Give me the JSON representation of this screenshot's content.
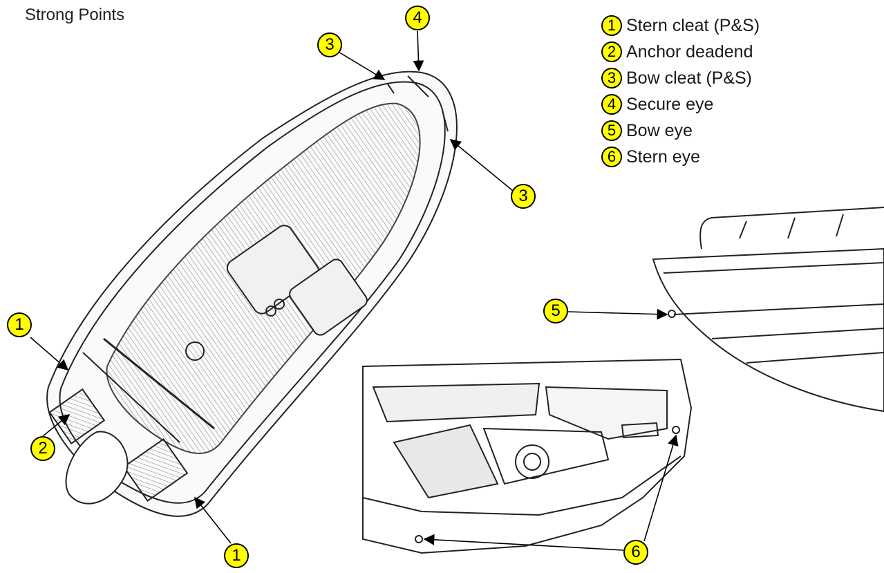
{
  "title": "Strong Points",
  "legend": [
    {
      "num": "1",
      "label": "Stern cleat (P&S)"
    },
    {
      "num": "2",
      "label": "Anchor deadend"
    },
    {
      "num": "3",
      "label": "Bow cleat (P&S)"
    },
    {
      "num": "4",
      "label": "Secure eye"
    },
    {
      "num": "5",
      "label": "Bow eye"
    },
    {
      "num": "6",
      "label": "Stern eye"
    }
  ],
  "callouts": {
    "bow_cleat_port": "3",
    "secure_eye": "4",
    "bow_cleat_starboard": "3",
    "stern_cleat_port": "1",
    "anchor_deadend": "2",
    "stern_cleat_starboard": "1",
    "bow_eye": "5",
    "stern_eye": "6"
  },
  "colors": {
    "callout_fill": "#ffff00",
    "outline": "#000000"
  }
}
